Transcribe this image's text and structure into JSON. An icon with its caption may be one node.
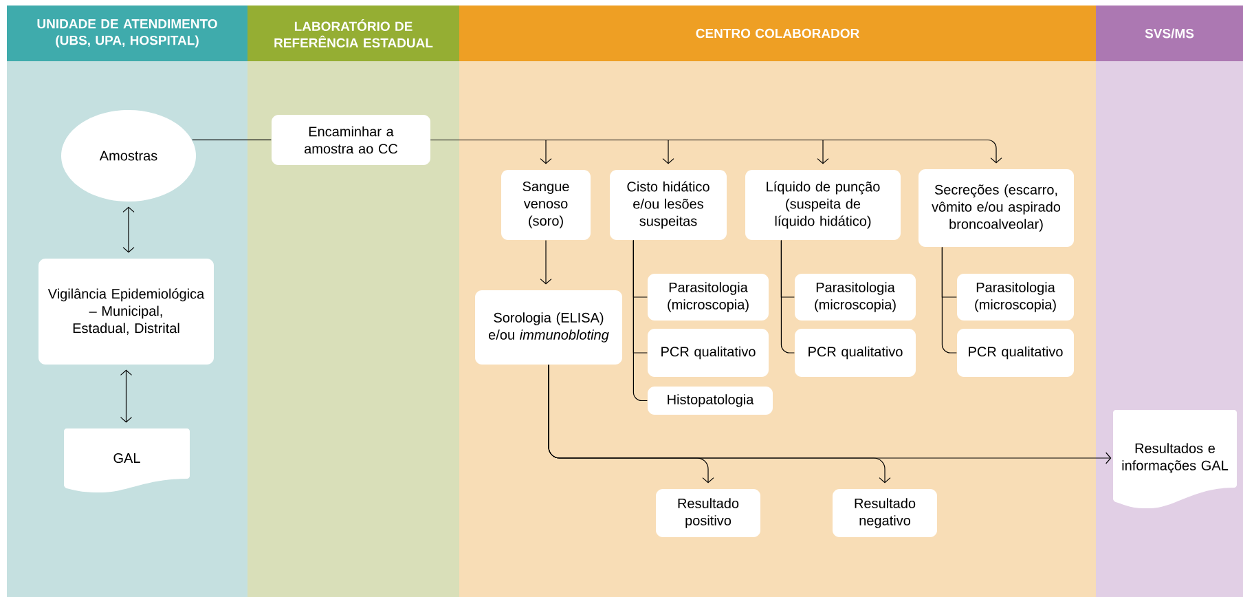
{
  "diagram": {
    "nodes": [
      {
        "text": [
          "UNIDADE DE ATENDIMENTO (UBS, UPA, HOSPITAL)"
        ]
      },
      {
        "text": [
          "LABORATÓRIO DE REFERÊNCIA ESTADUAL"
        ]
      },
      {
        "text": [
          "CENTRO COLABORADOR"
        ]
      },
      {
        "text": [
          "SVS/MS"
        ]
      },
      {
        "text": [
          "Amostras"
        ],
        "in": 0
      },
      {
        "text": [
          "Encaminhar a amostra ao CC"
        ],
        "in": 1
      },
      {
        "text": [
          "Vigilância Epidemiológica – Municipal, Estadual, Distrital"
        ],
        "in": 0
      },
      {
        "text": [
          "GAL"
        ],
        "in": 0
      },
      {
        "text": [
          "Sangue venoso (soro)"
        ],
        "in": 2
      },
      {
        "text": [
          "Cisto hidático e/ou lesões suspeitas"
        ],
        "in": 2
      },
      {
        "text": [
          "Líquido de punção (suspeita de líquido hidático)"
        ],
        "in": 2
      },
      {
        "text": [
          "Secreções (escarro, vômito e/ou aspirado broncoalveolar)"
        ],
        "in": 2
      },
      {
        "text": [
          "Sorologia (ELISA) e/ou *immunobloting*"
        ],
        "in": 2
      },
      {
        "text": [
          "Parasitologia (microscopia)"
        ],
        "in": 2
      },
      {
        "text": [
          "PCR qualitativo"
        ],
        "in": 2
      },
      {
        "text": [
          "Histopatologia"
        ],
        "in": 2
      },
      {
        "text": [
          "Parasitologia (microscopia)"
        ],
        "in": 2
      },
      {
        "text": [
          "PCR qualitativo"
        ],
        "in": 2
      },
      {
        "text": [
          "Parasitologia (microscopia)"
        ],
        "in": 2
      },
      {
        "text": [
          "PCR qualitativo"
        ],
        "in": 2
      },
      {
        "text": [
          "Resultado positivo"
        ],
        "in": 2
      },
      {
        "text": [
          "Resultado negativo"
        ],
        "in": 2
      },
      {
        "text": [
          "Resultados e informações GAL"
        ],
        "in": 3
      }
    ],
    "edges": [
      {
        "from": 4,
        "to": 5,
        "arrow": "none"
      },
      {
        "from": 5,
        "to": 8,
        "arrow": "to"
      },
      {
        "from": 5,
        "to": 9,
        "arrow": "to"
      },
      {
        "from": 5,
        "to": 10,
        "arrow": "to"
      },
      {
        "from": 5,
        "to": 11,
        "arrow": "to"
      },
      {
        "from": 4,
        "to": 6,
        "arrow": "both"
      },
      {
        "from": 6,
        "to": 7,
        "arrow": "both"
      },
      {
        "from": 8,
        "to": 12,
        "arrow": "to"
      },
      {
        "from": 9,
        "to": 13,
        "arrow": "none"
      },
      {
        "from": 9,
        "to": 14,
        "arrow": "none"
      },
      {
        "from": 9,
        "to": 15,
        "arrow": "none"
      },
      {
        "from": 10,
        "to": 16,
        "arrow": "none"
      },
      {
        "from": 10,
        "to": 17,
        "arrow": "none"
      },
      {
        "from": 11,
        "to": 18,
        "arrow": "none"
      },
      {
        "from": 11,
        "to": 19,
        "arrow": "none"
      },
      {
        "from": 12,
        "to": 20,
        "arrow": "to"
      },
      {
        "from": 12,
        "to": 21,
        "arrow": "to"
      },
      {
        "from": 12,
        "to": 22,
        "arrow": "to"
      }
    ]
  }
}
